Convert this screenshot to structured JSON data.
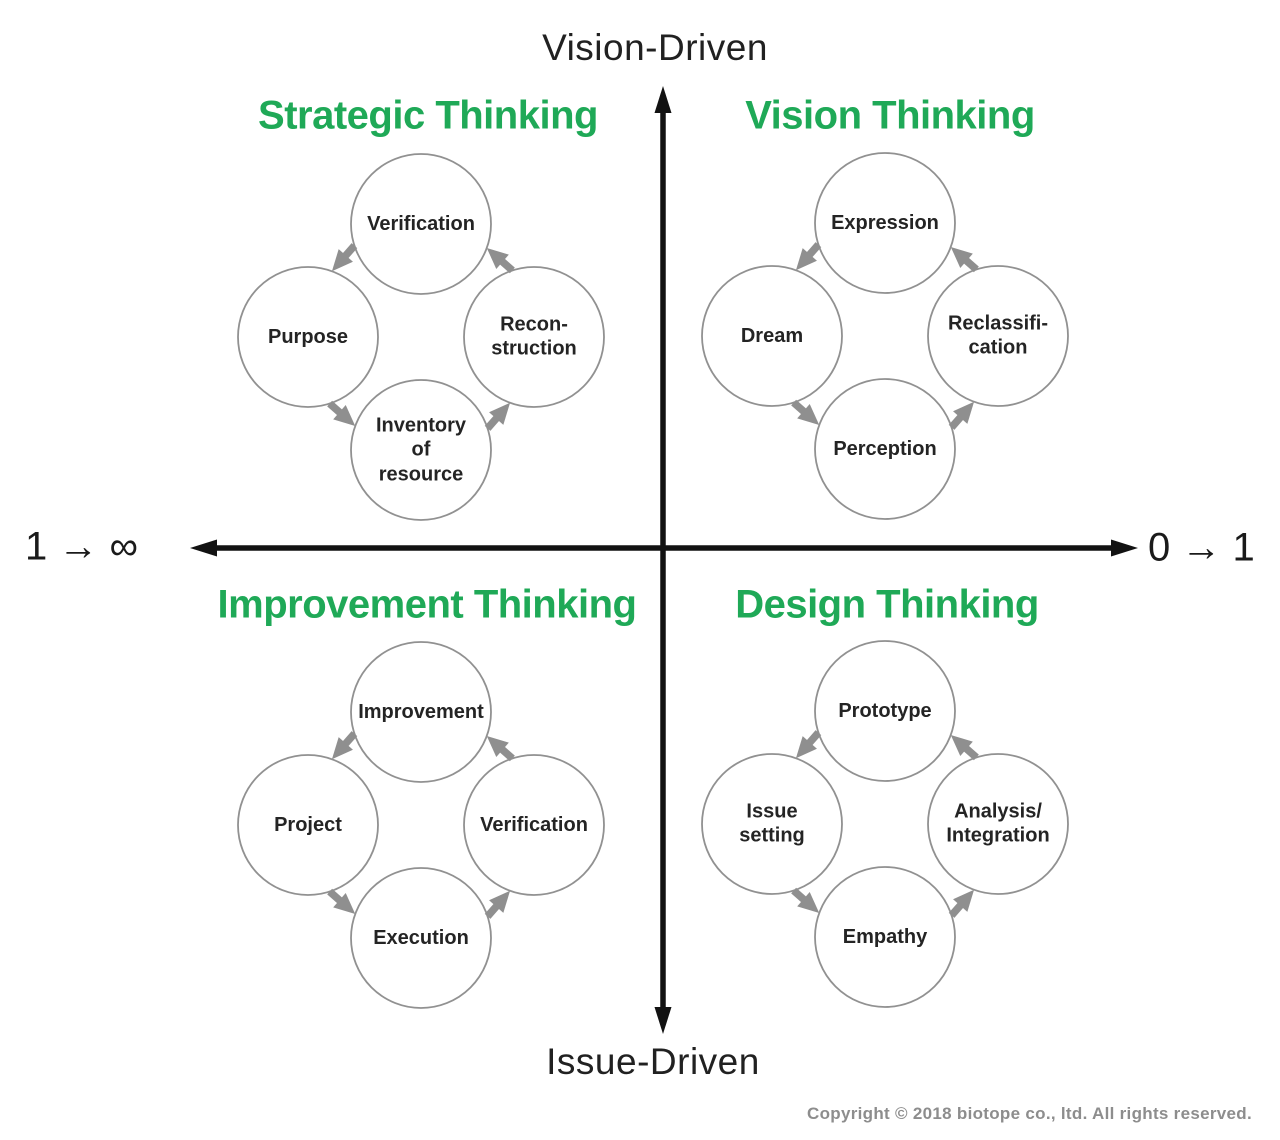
{
  "axes": {
    "top_label": "Vision-Driven",
    "bottom_label": "Issue-Driven",
    "left_label": "1 → ∞",
    "right_label": "0 → 1"
  },
  "quadrants": [
    {
      "id": "strategic-thinking",
      "heading": "Strategic Thinking",
      "nodes": {
        "top": "Verification",
        "left": "Purpose",
        "right": "Recon-\nstruction",
        "bottom": "Inventory\nof\nresource"
      }
    },
    {
      "id": "vision-thinking",
      "heading": "Vision Thinking",
      "nodes": {
        "top": "Expression",
        "left": "Dream",
        "right": "Reclassifi-\ncation",
        "bottom": "Perception"
      }
    },
    {
      "id": "improvement-thinking",
      "heading": "Improvement Thinking",
      "nodes": {
        "top": "Improvement",
        "left": "Project",
        "right": "Verification",
        "bottom": "Execution"
      }
    },
    {
      "id": "design-thinking",
      "heading": "Design Thinking",
      "nodes": {
        "top": "Prototype",
        "left": "Issue\nsetting",
        "right": "Analysis/\nIntegration",
        "bottom": "Empathy"
      }
    }
  ],
  "colors": {
    "heading_green": "#1fa957",
    "axis_black": "#121212",
    "arrow_gray": "#8f8f8f",
    "circle_border_gray": "#919191",
    "copyright_gray": "#8d8d8d"
  },
  "copyright": "Copyright © 2018 biotope co., ltd. All rights reserved."
}
